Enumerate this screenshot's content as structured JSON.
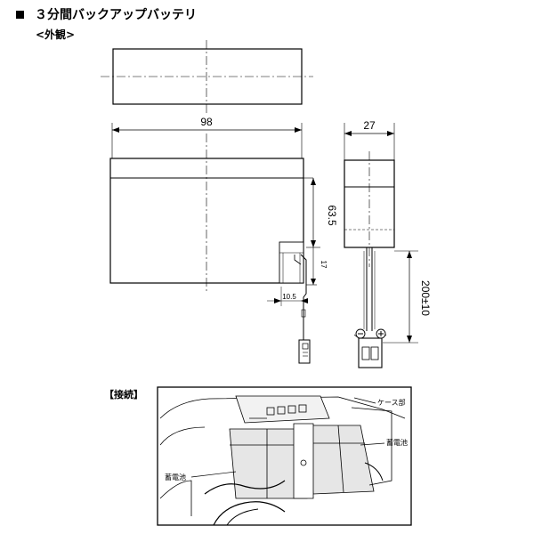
{
  "header": {
    "title": "３分間バックアップバッテリ"
  },
  "subtitle": "<外観>",
  "dimensions": {
    "width": "98",
    "depth": "27",
    "height": "63.5",
    "lead_length": "200±10",
    "offset": "10.5",
    "small": "17"
  },
  "polarity": {
    "negative": "⊖",
    "positive": "⊕"
  },
  "connection": {
    "label": "【接続】",
    "case_label": "ケース部",
    "battery_right": "蓄電池",
    "battery_left": "蓄電池"
  }
}
